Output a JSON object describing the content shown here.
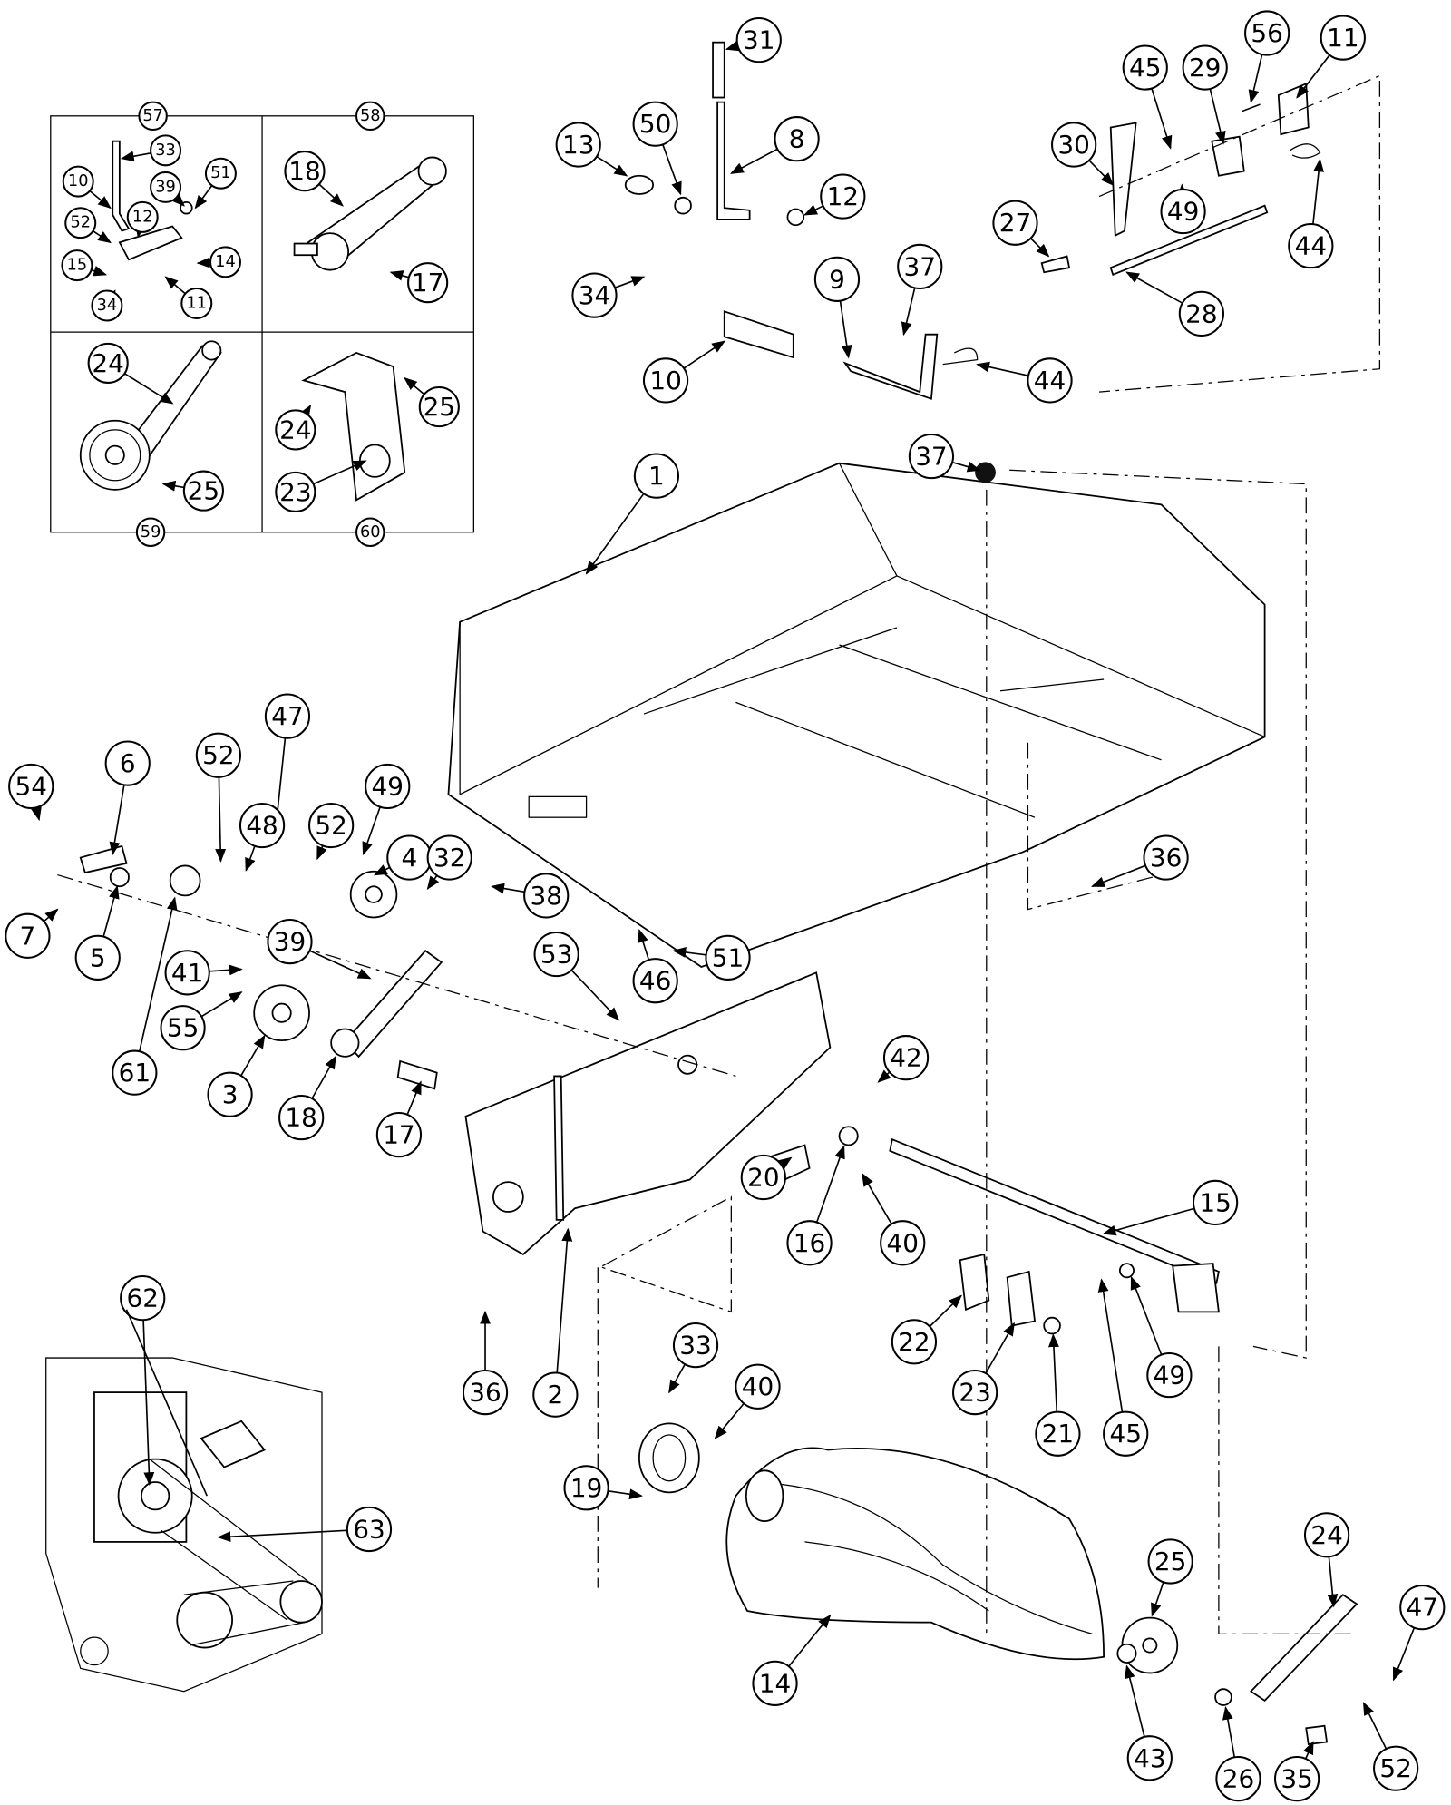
{
  "inset_labels": [
    "57",
    "58",
    "59",
    "60"
  ],
  "callouts": [
    "33",
    "10",
    "39",
    "51",
    "52",
    "12",
    "14",
    "15",
    "34",
    "11",
    "18",
    "17",
    "24",
    "25",
    "24",
    "25",
    "23",
    "31",
    "50",
    "13",
    "8",
    "12",
    "34",
    "10",
    "9",
    "37",
    "44",
    "27",
    "28",
    "30",
    "45",
    "29",
    "56",
    "11",
    "49",
    "44",
    "37",
    "1",
    "54",
    "6",
    "52",
    "47",
    "48",
    "52",
    "49",
    "4",
    "32",
    "38",
    "7",
    "5",
    "41",
    "39",
    "55",
    "61",
    "3",
    "18",
    "17",
    "53",
    "46",
    "51",
    "36",
    "42",
    "20",
    "16",
    "40",
    "15",
    "22",
    "23",
    "21",
    "45",
    "49",
    "36",
    "2",
    "33",
    "40",
    "19",
    "14",
    "25",
    "24",
    "47",
    "43",
    "26",
    "35",
    "52",
    "62",
    "63"
  ]
}
